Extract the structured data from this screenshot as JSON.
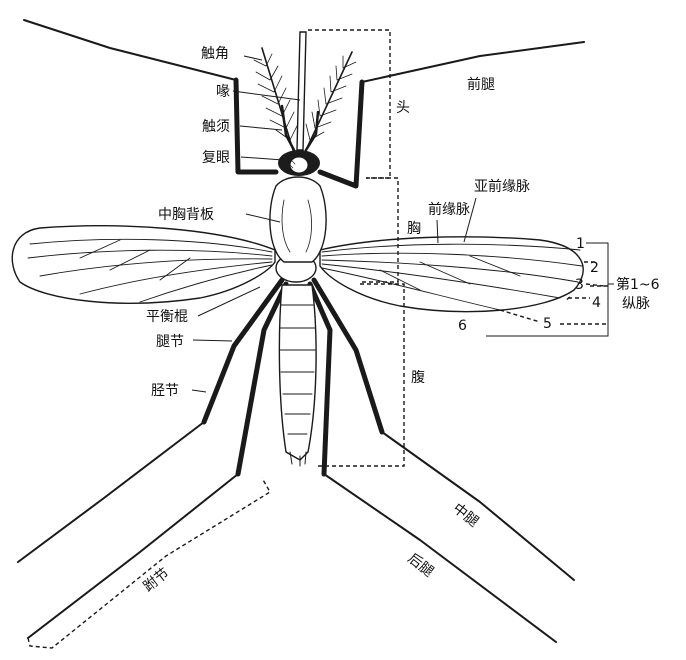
{
  "labels": {
    "antenna": "触角",
    "proboscis": "喙",
    "palp": "触须",
    "compound_eye": "复眼",
    "head": "头",
    "foreleg": "前腿",
    "subcosta": "亚前缘脉",
    "costa": "前缘脉",
    "scutum": "中胸背板",
    "thorax": "胸",
    "halter": "平衡棍",
    "femur": "腿节",
    "tibia": "胫节",
    "abdomen": "腹",
    "midleg": "中腿",
    "hindleg": "后腿",
    "tarsus": "跗节",
    "veins_group_line1": "第1~6",
    "veins_group_line2": "纵脉"
  },
  "vein_numbers": [
    "1",
    "2",
    "3",
    "4",
    "5",
    "6"
  ]
}
